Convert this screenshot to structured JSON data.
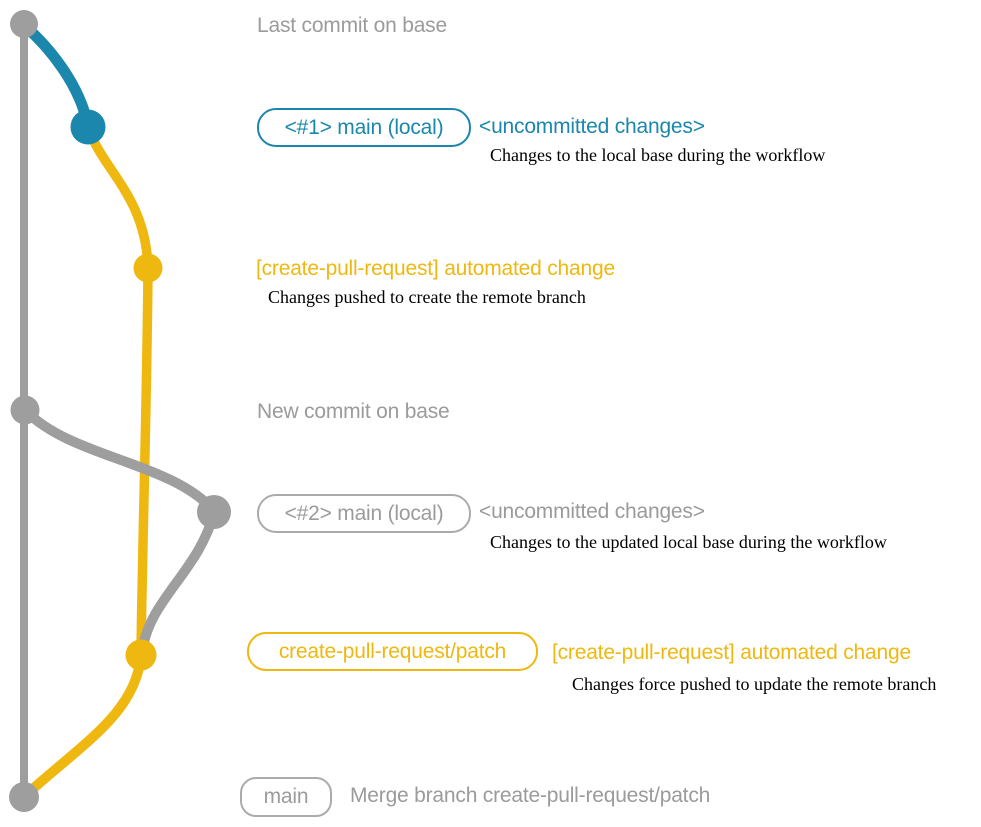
{
  "colors": {
    "gray": "#9e9e9e",
    "gray_text": "#9b9b9b",
    "gray_border": "#ababab",
    "blue": "#1b87ac",
    "yellow": "#efb810",
    "ink": "#000000",
    "bg": "#ffffff"
  },
  "graph": {
    "commits": [
      {
        "name": "last-commit-on-base",
        "branch": "base",
        "color": "gray"
      },
      {
        "name": "uncommitted-changes-1",
        "branch": "main-local",
        "color": "blue"
      },
      {
        "name": "automated-change-1",
        "branch": "create-pull-request-patch",
        "color": "yellow"
      },
      {
        "name": "new-commit-on-base",
        "branch": "base",
        "color": "gray"
      },
      {
        "name": "uncommitted-changes-2",
        "branch": "main-local",
        "color": "gray"
      },
      {
        "name": "automated-change-2",
        "branch": "create-pull-request-patch",
        "color": "yellow"
      },
      {
        "name": "merge-commit",
        "branch": "base",
        "color": "gray"
      }
    ]
  },
  "rows": {
    "top": {
      "label": "Last commit on base"
    },
    "local1": {
      "badge": "<#1> main (local)",
      "status": "<uncommitted changes>",
      "note": "Changes to the local base during the workflow"
    },
    "push1": {
      "heading": "[create-pull-request] automated change",
      "note": "Changes pushed to create the remote branch"
    },
    "base2": {
      "label": "New commit on base"
    },
    "local2": {
      "badge": "<#2> main (local)",
      "status": "<uncommitted changes>",
      "note": "Changes to the updated local base during the workflow"
    },
    "push2": {
      "badge": "create-pull-request/patch",
      "heading": "[create-pull-request] automated change",
      "note": "Changes force pushed to update the remote branch"
    },
    "merge": {
      "badge": "main",
      "label": "Merge branch create-pull-request/patch"
    }
  }
}
